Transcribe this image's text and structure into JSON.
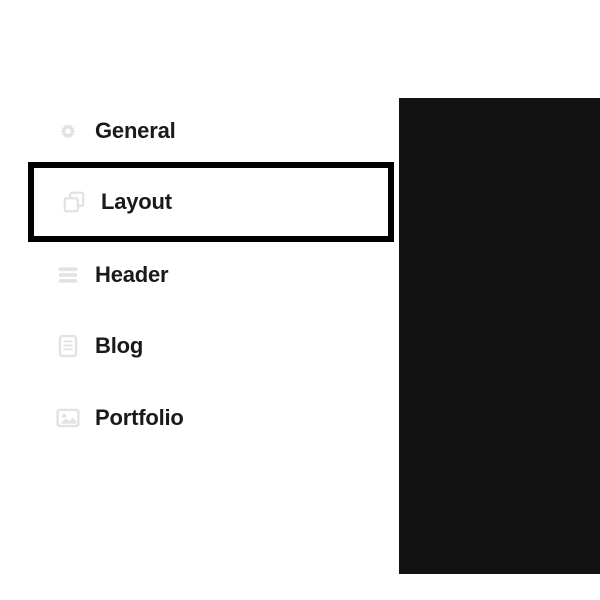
{
  "colors": {
    "page_background": "#ffffff",
    "panel_background": "#121212",
    "label_text": "#1a1a1a",
    "icon": "#e2e2e2",
    "highlight_border": "#000000"
  },
  "nav": {
    "items": [
      {
        "label": "General",
        "icon": "gear-icon",
        "selected": false
      },
      {
        "label": "Layout",
        "icon": "layers-icon",
        "selected": true
      },
      {
        "label": "Header",
        "icon": "menu-bars-icon",
        "selected": false
      },
      {
        "label": "Blog",
        "icon": "document-icon",
        "selected": false
      },
      {
        "label": "Portfolio",
        "icon": "image-icon",
        "selected": false
      }
    ]
  },
  "content_panel": {
    "label": ""
  }
}
